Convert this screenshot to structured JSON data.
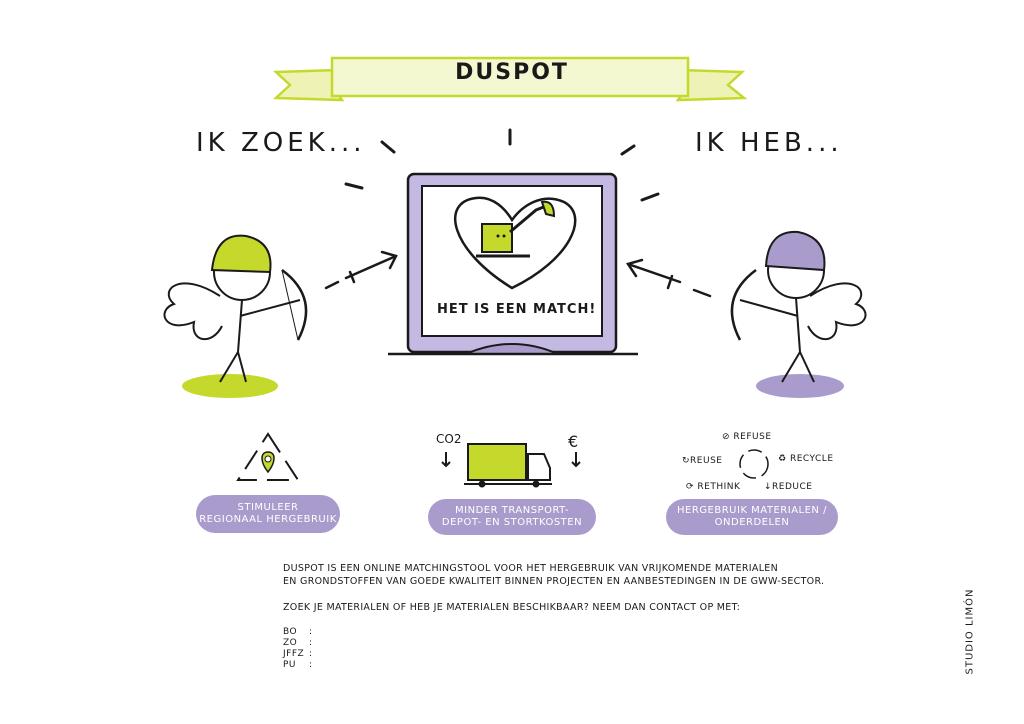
{
  "banner": {
    "title": "DUSPOT"
  },
  "left_heading": "IK ZOEK...",
  "right_heading": "IK HEB...",
  "screen_caption": "HET IS EEN MATCH!",
  "truck": {
    "left_label": "CO2",
    "right_label": "€"
  },
  "cycle": {
    "refuse": "REFUSE",
    "reuse": "REUSE",
    "recycle": "RECYCLE",
    "rethink": "RETHINK",
    "reduce": "REDUCE"
  },
  "pills": [
    {
      "line1": "STIMULEER",
      "line2": "REGIONAAL HERGEBRUIK"
    },
    {
      "line1": "MINDER TRANSPORT-",
      "line2": "DEPOT- EN STORTKOSTEN"
    },
    {
      "line1": "HERGEBRUIK MATERIALEN /",
      "line2": "ONDERDELEN"
    }
  ],
  "description": {
    "line1": "DUSPOT IS EEN ONLINE MATCHINGSTOOL VOOR HET HERGEBRUIK VAN VRIJKOMENDE MATERIALEN",
    "line2": "EN GRONDSTOFFEN VAN GOEDE KWALITEIT BINNEN PROJECTEN EN AANBESTEDINGEN IN DE GWW-SECTOR.",
    "line3": "ZOEK JE MATERIALEN OF HEB JE MATERIALEN BESCHIKBAAR? NEEM DAN CONTACT OP MET:"
  },
  "contacts": [
    {
      "label": "BO",
      "sep": ":"
    },
    {
      "label": "ZO",
      "sep": ":"
    },
    {
      "label": "JFFZ",
      "sep": ":"
    },
    {
      "label": "PU",
      "sep": ":"
    }
  ],
  "credit": "STUDIO LIMÓN",
  "colors": {
    "lime": "#c5d92d",
    "purple": "#a99ccc",
    "ink": "#1a1a1a"
  }
}
